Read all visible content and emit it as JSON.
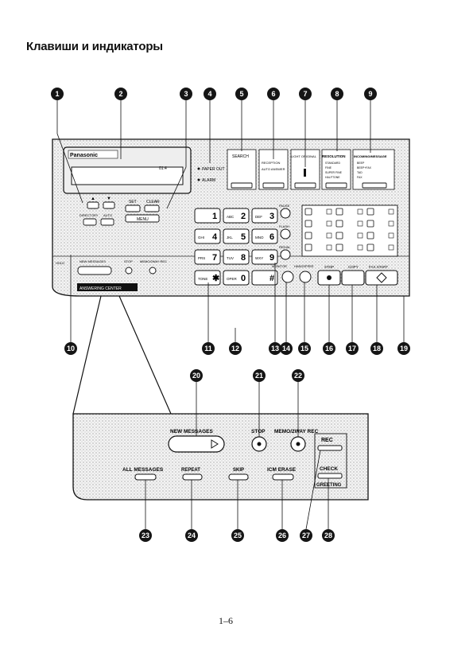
{
  "page": {
    "title": "Клавиши и индикаторы",
    "page_number": "1–6"
  },
  "top_panel": {
    "brand": "Panasonic",
    "display_indicator": "01:4",
    "paper_out": "PAPER OUT",
    "alarm": "ALARM",
    "search": "SEARCH",
    "reception": [
      "RECEPTION",
      "AUTO ANSWER"
    ],
    "lcd_label": "LIGHT ORIGINAL",
    "resolution_title": "RESOLUTION",
    "resolution_options": [
      "STANDARD",
      "FINE",
      "SUPER FINE",
      "HALFTONE"
    ],
    "answer_modes_title": "INCOMING/MESSAGE",
    "answer_modes": [
      "BEEP",
      "BEEP+FAX",
      "TAD",
      "FAX"
    ],
    "nav_buttons": [
      "▲",
      "▼",
      "SET",
      "CLEAR",
      "DIRECTORY",
      "AUTO",
      "MENU"
    ],
    "keypad": [
      {
        "digit": "1",
        "letters": ""
      },
      {
        "digit": "2",
        "letters": "ABC"
      },
      {
        "digit": "3",
        "letters": "DEF"
      },
      {
        "digit": "4",
        "letters": "GHI"
      },
      {
        "digit": "5",
        "letters": "JKL"
      },
      {
        "digit": "6",
        "letters": "MNO"
      },
      {
        "digit": "7",
        "letters": "PRS"
      },
      {
        "digit": "8",
        "letters": "TUV"
      },
      {
        "digit": "9",
        "letters": "WXY"
      },
      {
        "digit": "✱",
        "letters": "TONE"
      },
      {
        "digit": "0",
        "letters": "OPER"
      },
      {
        "digit": "#",
        "letters": ""
      }
    ],
    "side_keys": [
      "PAUSE",
      "FLASH",
      "REDIAL"
    ],
    "lower_keys": [
      "MONITOR",
      "HANDSFREE",
      "STOP",
      "COPY",
      "FAX START"
    ],
    "voice_labels": [
      "NEW MESSAGES",
      "STOP",
      "MEMO/2WAY REC"
    ],
    "voice_section": "ANSWERING CENTER",
    "hold_label": "HOLD"
  },
  "detail_panel": {
    "new_messages": "NEW MESSAGES",
    "stop": "STOP",
    "memo_rec": "MEMO/2WAY REC",
    "rec": "REC",
    "check": "CHECK",
    "greeting": "GREETING",
    "all_messages": "ALL MESSAGES",
    "repeat": "REPEAT",
    "skip": "SKIP",
    "icm_erase": "ICM ERASE"
  },
  "callouts": {
    "top": [
      "1",
      "2",
      "3",
      "4",
      "5",
      "6",
      "7",
      "8",
      "9"
    ],
    "mid": [
      "10",
      "11",
      "12",
      "13",
      "14",
      "15",
      "16",
      "17",
      "18",
      "19"
    ],
    "detail_top": [
      "20",
      "21",
      "22"
    ],
    "detail_bottom": [
      "23",
      "24",
      "25",
      "26",
      "27",
      "28"
    ]
  }
}
